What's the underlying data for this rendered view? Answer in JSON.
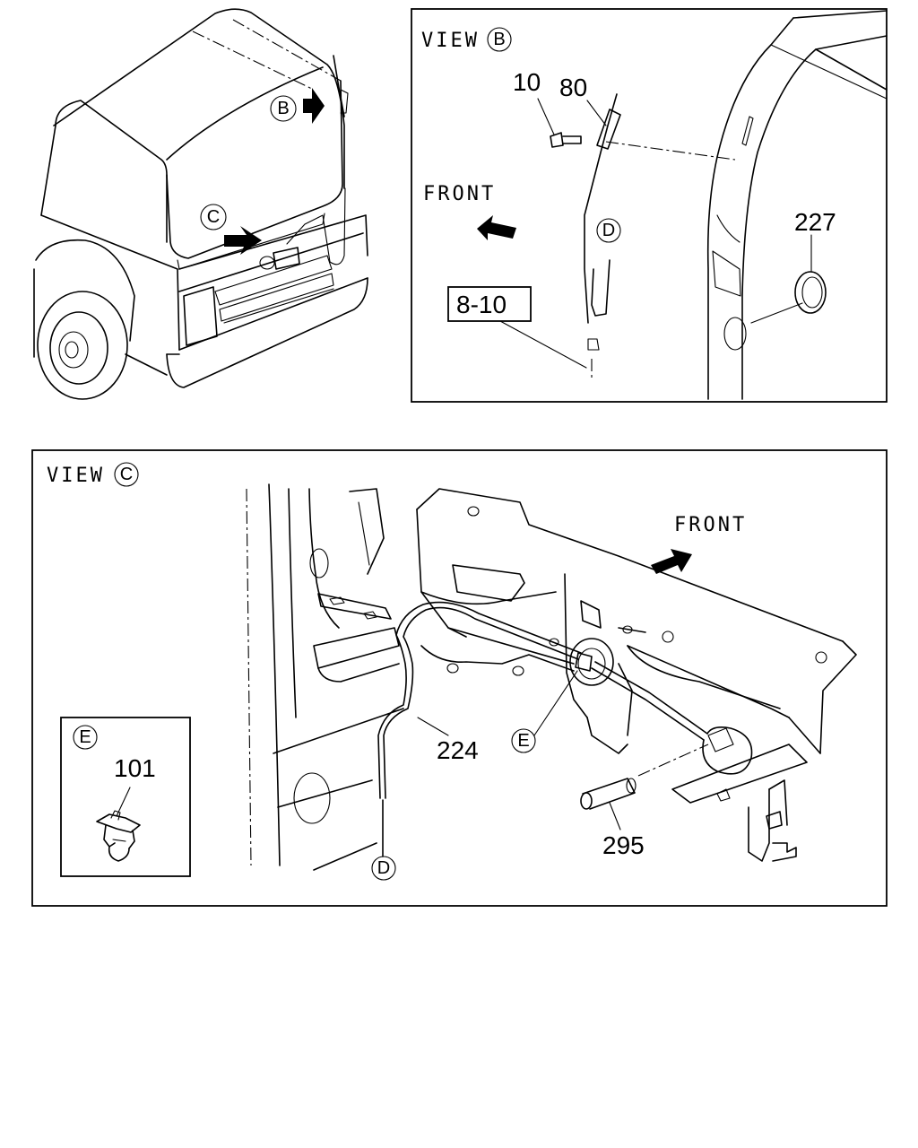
{
  "views": {
    "b": {
      "title": "VIEW",
      "marker": "B"
    },
    "c": {
      "title": "VIEW",
      "marker": "C"
    },
    "e": {
      "marker": "E"
    }
  },
  "markers": {
    "b": "B",
    "c": "C",
    "d": "D",
    "e": "E"
  },
  "labels": {
    "front": "FRONT",
    "p10": "10",
    "p80": "80",
    "p227": "227",
    "p8_10": "8-10",
    "p224": "224",
    "p295": "295",
    "p101": "101"
  }
}
